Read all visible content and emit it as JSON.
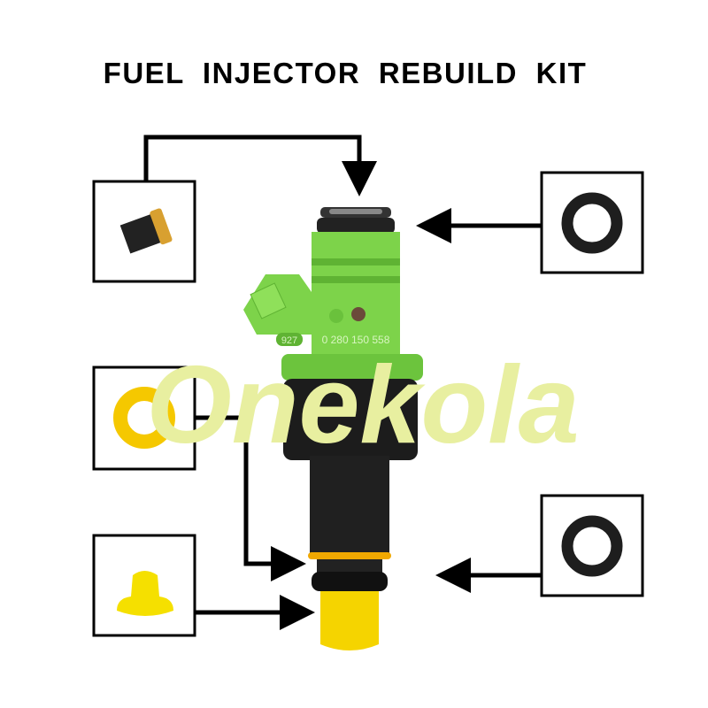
{
  "title": "FUEL  INJECTOR  REBUILD  KIT",
  "watermark": "Onekola",
  "injector": {
    "ring_number": "927",
    "part_number": "0 280 150 558",
    "body_color": "#7dd34a",
    "cap_color": "#f5d400"
  },
  "parts": [
    {
      "name": "filter-basket"
    },
    {
      "name": "top-o-ring"
    },
    {
      "name": "yellow-spacer-washer"
    },
    {
      "name": "pintle-cap"
    },
    {
      "name": "bottom-o-ring"
    }
  ],
  "colors": {
    "watermark": "#eef2b0",
    "arrow": "#000000"
  }
}
